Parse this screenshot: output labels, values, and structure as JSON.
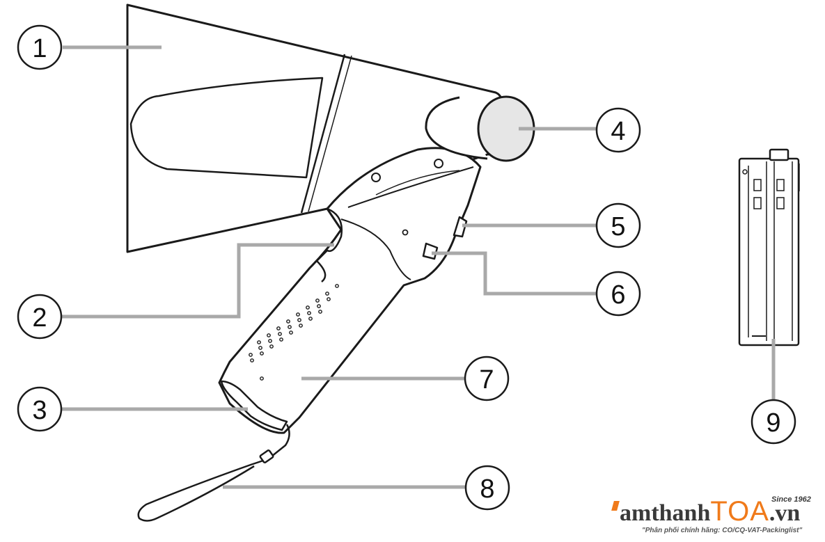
{
  "callouts": [
    {
      "number": "1",
      "part": "horn"
    },
    {
      "number": "2",
      "part": "trigger"
    },
    {
      "number": "3",
      "part": "battery-cover"
    },
    {
      "number": "4",
      "part": "microphone"
    },
    {
      "number": "5",
      "part": "switch-upper"
    },
    {
      "number": "6",
      "part": "switch-lower"
    },
    {
      "number": "7",
      "part": "handle"
    },
    {
      "number": "8",
      "part": "strap"
    },
    {
      "number": "9",
      "part": "battery-case"
    }
  ],
  "logo": {
    "am": "amthanh",
    "toa": "TOA",
    "vn": ".vn",
    "since": "Since 1962",
    "tagline": "\"Phân phối chính hãng: CO/CQ-VAT-Packinglist\""
  },
  "colors": {
    "leader": "#a9a9a9",
    "outline": "#1a1a1a",
    "mic_fill": "#e6e6e6",
    "brand_orange": "#f07a1a",
    "brand_gray": "#3a3a3a"
  }
}
